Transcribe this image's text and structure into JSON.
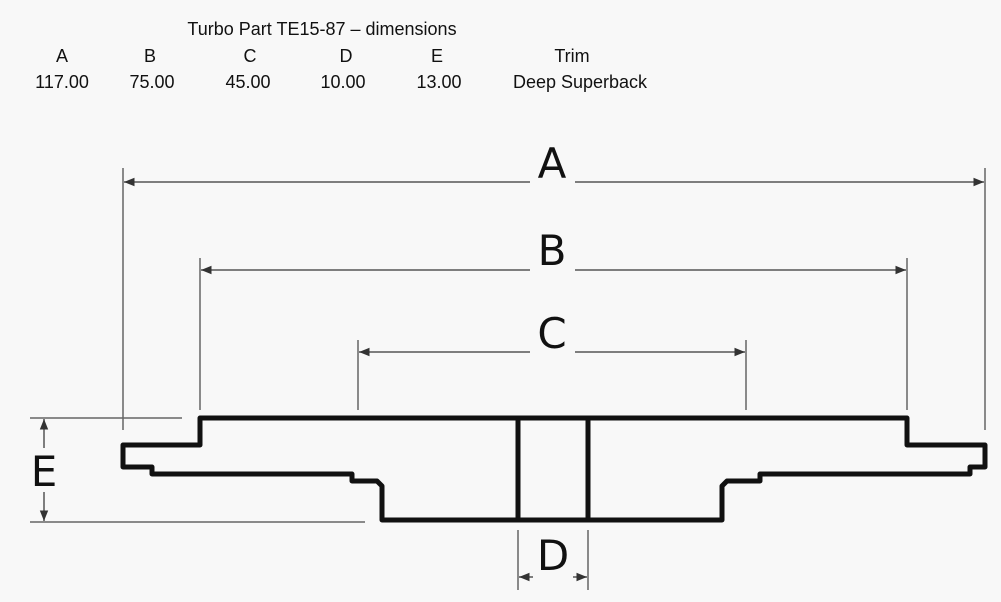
{
  "title": "Turbo Part TE15-87 – dimensions",
  "table": {
    "headers": [
      "A",
      "B",
      "C",
      "D",
      "E",
      "Trim"
    ],
    "values": [
      "117.00",
      "75.00",
      "45.00",
      "10.00",
      "13.00",
      "Deep Superback"
    ]
  },
  "diagram": {
    "labels": {
      "a": "A",
      "b": "B",
      "c": "C",
      "d": "D",
      "e": "E"
    },
    "line_color": "#111111",
    "dim_color": "#555555"
  }
}
